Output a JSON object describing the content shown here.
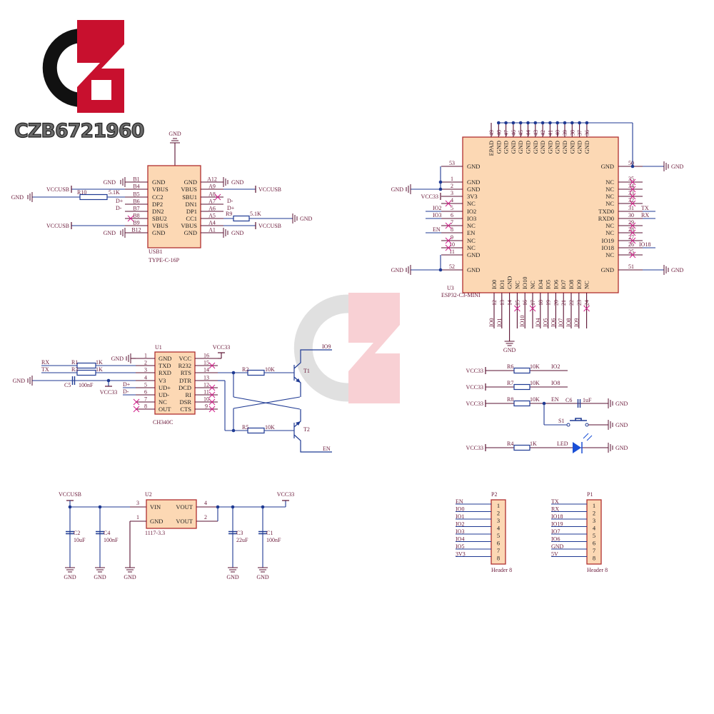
{
  "logo": {
    "brand_text": "CZB6721960",
    "brand_red": "#c8102e"
  },
  "colors": {
    "wire": "#1f3a93",
    "pin": "#5a1030",
    "box_fill": "#fcd8b4",
    "box_border": "#b03030",
    "nc_mark": "#d0208a",
    "net_text": "#6b1a3a"
  },
  "usb": {
    "ref": "USB1",
    "part": "TYPE-C-16P",
    "top_net": "GND",
    "left_pins": [
      "B1",
      "B4",
      "B5",
      "B6",
      "B7",
      "B8",
      "B9",
      "B12"
    ],
    "left_names": [
      "GND",
      "VBUS",
      "CC2",
      "DP2",
      "DN2",
      "SBU2",
      "VBUS",
      "GND"
    ],
    "right_names": [
      "GND",
      "VBUS",
      "SBU1",
      "DN1",
      "DP1",
      "CC1",
      "VBUS",
      "GND"
    ],
    "right_pins": [
      "A12",
      "A9",
      "A8",
      "A7",
      "A6",
      "A5",
      "A4",
      "A1"
    ],
    "left_nets": [
      "GND",
      "VCCUSB",
      "GND",
      "D+",
      "D-",
      "",
      "VCCUSB",
      "GND"
    ],
    "right_nets": [
      "GND",
      "VCCUSB",
      "",
      "D-",
      "D+",
      "GND",
      "VCCUSB",
      "GND"
    ],
    "r10": {
      "ref": "R10",
      "value": "5.1K"
    },
    "r9": {
      "ref": "R9",
      "value": "5.1K"
    }
  },
  "esp": {
    "ref": "U3",
    "part": "ESP32-C3-MINI",
    "left_pins": [
      "53",
      "1",
      "2",
      "3",
      "4",
      "5",
      "6",
      "7",
      "8",
      "9",
      "10",
      "11",
      "52"
    ],
    "left_names": [
      "GND",
      "GND",
      "GND",
      "3V3",
      "NC",
      "IO2",
      "IO3",
      "NC",
      "EN",
      "NC",
      "NC",
      "GND",
      "GND"
    ],
    "right_pins": [
      "50",
      "35",
      "34",
      "33",
      "32",
      "31",
      "30",
      "29",
      "28",
      "27",
      "26",
      "25",
      "51"
    ],
    "right_names": [
      "GND",
      "NC",
      "NC",
      "NC",
      "NC",
      "TXD0",
      "RXD0",
      "NC",
      "NC",
      "IO19",
      "IO18",
      "NC",
      "GND"
    ],
    "top_pins": [
      "49",
      "48",
      "47",
      "46",
      "45",
      "44",
      "43",
      "42",
      "41",
      "40",
      "39",
      "38",
      "37",
      "36"
    ],
    "top_names": [
      "EPAD",
      "GND",
      "GND",
      "GND",
      "GND",
      "GND",
      "GND",
      "GND",
      "GND",
      "GND",
      "GND",
      "GND",
      "GND",
      "GND"
    ],
    "bottom_pins": [
      "12",
      "13",
      "14",
      "15",
      "16",
      "17",
      "18",
      "19",
      "20",
      "21",
      "22",
      "23",
      "24"
    ],
    "bottom_names": [
      "IO0",
      "IO1",
      "GND",
      "NC",
      "IO10",
      "NC",
      "IO4",
      "IO5",
      "IO6",
      "IO7",
      "IO8",
      "IO9",
      "NC"
    ],
    "bottom_nets": [
      "IO0",
      "IO1",
      "GND",
      "",
      "IO10",
      "",
      "IO4",
      "IO5",
      "IO6",
      "IO7",
      "IO8",
      "IO9",
      ""
    ],
    "left_nets": {
      "gnd": "GND",
      "vcc": "VCC33",
      "io2": "IO2",
      "io3": "IO3",
      "en": "EN",
      "gnd2": "GND"
    },
    "right_nets": {
      "gnd": "GND",
      "tx": "TX",
      "rx": "RX",
      "io18": "IO18",
      "gnd2": "GND"
    }
  },
  "ch340": {
    "ref": "U1",
    "part": "CH340C",
    "vcc_net": "VCC33",
    "left_pins": [
      "1",
      "2",
      "3",
      "4",
      "5",
      "6",
      "7",
      "8"
    ],
    "left_names": [
      "GND",
      "TXD",
      "RXD",
      "V3",
      "UD+",
      "UD-",
      "NC",
      "OUT"
    ],
    "right_names": [
      "VCC",
      "R232",
      "RTS",
      "DTR",
      "DCD",
      "RI",
      "DSR",
      "CTS"
    ],
    "right_pins": [
      "16",
      "15",
      "14",
      "13",
      "12",
      "11",
      "10",
      "9"
    ],
    "rx": "RX",
    "tx": "TX",
    "gnd": "GND",
    "r1": {
      "ref": "R1",
      "value": "1K"
    },
    "r3": {
      "ref": "R3",
      "value": "1K"
    },
    "c5": {
      "ref": "C5",
      "value": "100nF"
    },
    "v3_net": "VCC33",
    "dp": "D+",
    "dm": "D-",
    "r2": {
      "ref": "R2",
      "value": "10K"
    },
    "r5": {
      "ref": "R5",
      "value": "10K"
    },
    "t1": "T1",
    "t2": "T2",
    "io9": "IO9",
    "en": "EN"
  },
  "aux": {
    "rows": [
      {
        "vcc": "VCC33",
        "ref": "R6",
        "value": "10K",
        "net": "IO2"
      },
      {
        "vcc": "VCC33",
        "ref": "R7",
        "value": "10K",
        "net": "IO8"
      },
      {
        "vcc": "VCC33",
        "ref": "R8",
        "value": "10K",
        "net": "EN"
      }
    ],
    "c6": {
      "ref": "C6",
      "value": "1uF"
    },
    "gnd": "GND",
    "s1": "S1",
    "led_row": {
      "vcc": "VCC33",
      "ref": "R4",
      "value": "1K",
      "led": "LED"
    }
  },
  "power": {
    "ref": "U2",
    "part": "1117-3.3",
    "in_net": "VCCUSB",
    "out_net": "VCC33",
    "pins": {
      "vin": "3",
      "gnd": "1",
      "vout1": "4",
      "vout2": "2"
    },
    "names": {
      "vin": "VIN",
      "gnd": "GND",
      "vout1": "VOUT",
      "vout2": "VOUT"
    },
    "caps": [
      {
        "ref": "C2",
        "value": "10uF"
      },
      {
        "ref": "C4",
        "value": "100nF"
      },
      {
        "ref": "C3",
        "value": "22uF"
      },
      {
        "ref": "C1",
        "value": "100nF"
      }
    ],
    "gnd": "GND"
  },
  "headers": [
    {
      "ref": "P2",
      "part": "Header 8",
      "pins": [
        "1",
        "2",
        "3",
        "4",
        "5",
        "6",
        "7",
        "8"
      ],
      "nets": [
        "EN",
        "IO0",
        "IO1",
        "IO2",
        "IO3",
        "IO4",
        "IO5",
        "3V3"
      ]
    },
    {
      "ref": "P1",
      "part": "Header 8",
      "pins": [
        "1",
        "2",
        "3",
        "4",
        "5",
        "6",
        "7",
        "8"
      ],
      "nets": [
        "TX",
        "RX",
        "IO18",
        "IO19",
        "IO7",
        "IO6",
        "GND",
        "5V"
      ]
    }
  ]
}
